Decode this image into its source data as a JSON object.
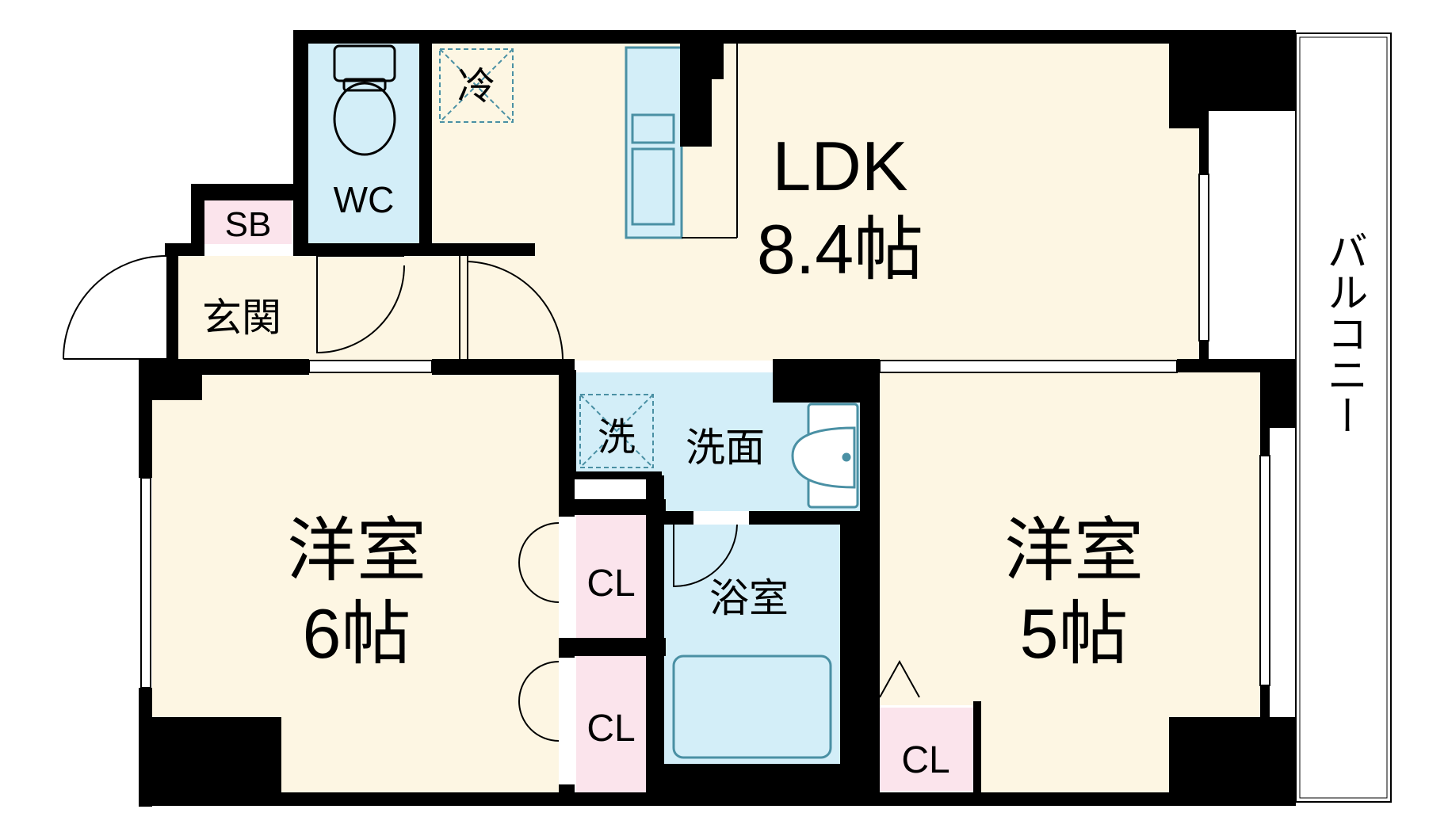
{
  "rooms": {
    "ldk": {
      "name": "LDK",
      "size": "8.4帖"
    },
    "western_left": {
      "name": "洋室",
      "size": "6帖"
    },
    "western_right": {
      "name": "洋室",
      "size": "5帖"
    },
    "wc": "WC",
    "shoebox": "SB",
    "entrance": "玄関",
    "washroom": "洗面",
    "bathroom": "浴室",
    "closet_left_upper": "CL",
    "closet_left_lower": "CL",
    "closet_right": "CL",
    "fridge": "冷",
    "washer": "洗",
    "balcony": "バルコニー"
  },
  "colors": {
    "room_floor": "#fdf6e3",
    "wet_area": "#d3eef8",
    "closet": "#fbe4ec",
    "wall": "#000000",
    "fixture_stroke": "#4a90a4"
  }
}
